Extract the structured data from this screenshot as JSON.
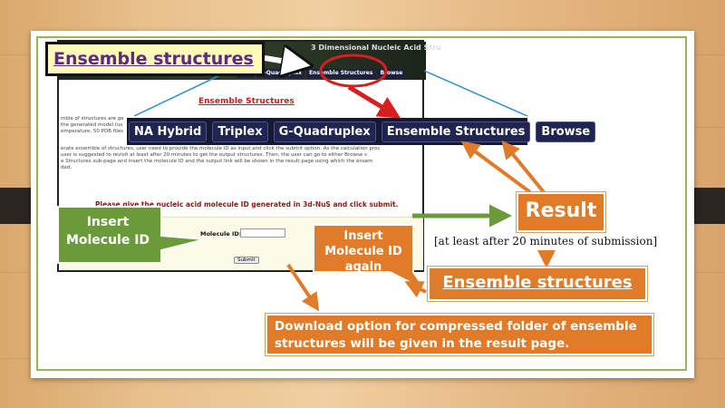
{
  "slide": {
    "callout_title": "Ensemble structures",
    "insert_callout": "Insert Molecule ID",
    "insert_again_callout": "Insert Molecule ID again",
    "result_label": "Result",
    "timing_note": "[at least after 20 minutes of submission]",
    "ensemble_label": "Ensemble structures",
    "download_note": "Download option for compressed folder of ensemble structures will be given in the result page."
  },
  "screenshot": {
    "banner_title": "3 Dimensional Nucleic Acid Stru",
    "nav_mini": [
      "plex",
      "G-Quadruplex",
      "Ensemble Structures",
      "Browse"
    ],
    "page_heading": "Ensemble Structures",
    "text_lines_1": [
      "mble of structures are ge",
      "the generated model (us",
      "emperature. 50 PDB files"
    ],
    "text_lines_2": [
      "erate ensemble of structures, user need to provide the molecule ID as input and click the submit option. As the calculation proc",
      "user is suggested to revisit at least after 20 minutes to get the output structures. Then, the user can go to either Browse s",
      "e Structures sub-page and insert the molecule ID and the output link will be shown in the result page using which the ensem",
      "ded."
    ],
    "instruction": "Please give the nucleic acid molecule ID generated in 3d-NuS and click submit.",
    "molecule_label": "Molecule ID:",
    "molecule_value": "",
    "submit_label": "Submit"
  },
  "nav_zoom": {
    "tabs": [
      "NA Hybrid",
      "Triplex",
      "G-Quadruplex",
      "Ensemble Structures",
      "Browse"
    ]
  },
  "colors": {
    "accent_orange": "#e07b2a",
    "callout_green": "#6b9a3a",
    "nav_dark": "#1f2550",
    "highlight_red": "#d62020"
  }
}
